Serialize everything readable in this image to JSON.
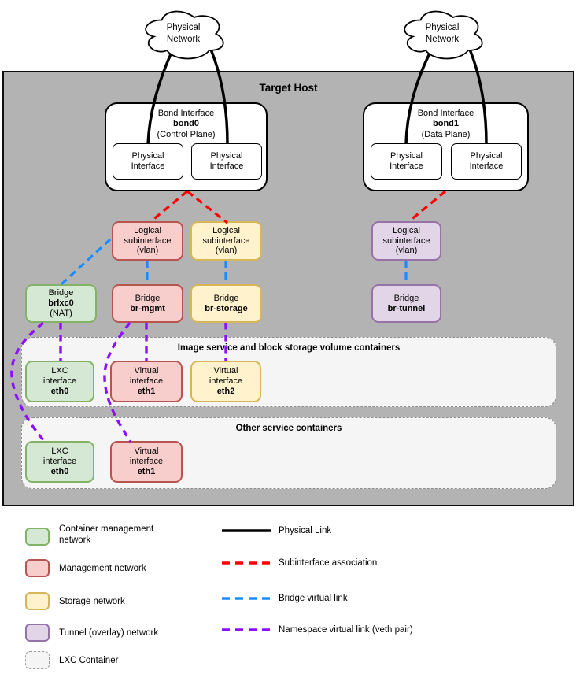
{
  "colors": {
    "host_bg": "#b3b3b3",
    "green_fill": "#d5e8d4",
    "green_stroke": "#82b366",
    "red_fill": "#f8cecc",
    "red_stroke": "#b85450",
    "yellow_fill": "#fff2cc",
    "yellow_stroke": "#d6b656",
    "purple_fill": "#e1d5e7",
    "purple_stroke": "#9673a6",
    "physical_link": "#000000",
    "subinterface_link": "#ff0000",
    "bridge_link": "#1a8cff",
    "namespace_link": "#8c0fff"
  },
  "diagram": {
    "clouds": {
      "left": "Physical\nNetwork",
      "right": "Physical\nNetwork"
    },
    "host_label": "Target Host",
    "phys_label": "Physical\nInterface",
    "bond0": {
      "title": "Bond Interface",
      "name": "bond0",
      "plane": "(Control Plane)"
    },
    "bond1": {
      "title": "Bond Interface",
      "name": "bond1",
      "plane": "(Data Plane)"
    },
    "subif_label": "Logical\nsubinterface\n(vlan)",
    "bridges": [
      {
        "kind": "Bridge",
        "name": "brlxc0",
        "note": "(NAT)"
      },
      {
        "kind": "Bridge",
        "name": "br-mgmt"
      },
      {
        "kind": "Bridge",
        "name": "br-storage"
      },
      {
        "kind": "Bridge",
        "name": "br-tunnel"
      }
    ],
    "container1": {
      "title": "Image service and block storage volume containers",
      "ifaces": [
        {
          "kind": "LXC\ninterface",
          "name": "eth0"
        },
        {
          "kind": "Virtual\ninterface",
          "name": "eth1"
        },
        {
          "kind": "Virtual\ninterface",
          "name": "eth2"
        }
      ]
    },
    "container2": {
      "title": "Other service containers",
      "ifaces": [
        {
          "kind": "LXC\ninterface",
          "name": "eth0"
        },
        {
          "kind": "Virtual\ninterface",
          "name": "eth1"
        }
      ]
    }
  },
  "legend": {
    "swatches": [
      {
        "label": "Container management\nnetwork"
      },
      {
        "label": "Management network"
      },
      {
        "label": "Storage network"
      },
      {
        "label": "Tunnel (overlay) network"
      },
      {
        "label": "LXC Container"
      }
    ],
    "links": [
      {
        "label": "Physical Link"
      },
      {
        "label": "Subinterface association"
      },
      {
        "label": "Bridge virtual link"
      },
      {
        "label": "Namespace virtual link (veth pair)"
      }
    ]
  }
}
